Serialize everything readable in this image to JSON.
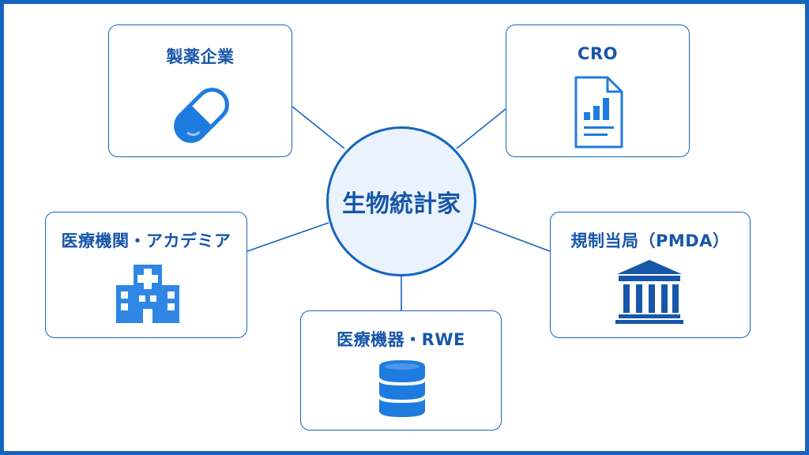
{
  "colors": {
    "accent": "#1565C0",
    "text": "#1756A9",
    "hub_fill": "#EAF3FD",
    "icon_blue": "#1E7BE0",
    "icon_light": "#4B96E6"
  },
  "hub": {
    "label": "生物統計家"
  },
  "nodes": {
    "pharma": {
      "label": "製薬企業",
      "icon": "capsule-icon"
    },
    "cro": {
      "label": "CRO",
      "icon": "report-document-icon"
    },
    "medical": {
      "label": "医療機関・アカデミア",
      "icon": "hospital-icon"
    },
    "regulator": {
      "label": "規制当局（PMDA）",
      "icon": "government-building-icon"
    },
    "device": {
      "label": "医療機器・RWE",
      "icon": "database-icon"
    }
  }
}
